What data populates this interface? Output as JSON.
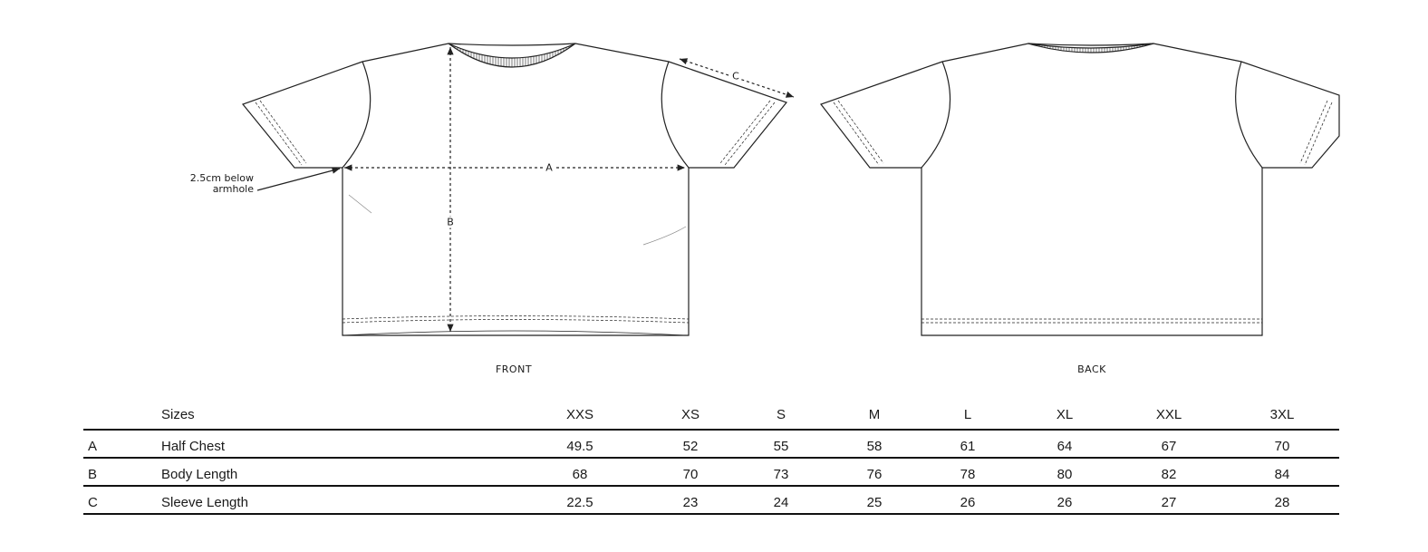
{
  "views": {
    "front_label": "FRONT",
    "back_label": "BACK"
  },
  "annotations": {
    "measure_note_line1": "2.5cm below",
    "measure_note_line2": "armhole",
    "dim_a": "A",
    "dim_b": "B",
    "dim_c": "C"
  },
  "table": {
    "header_label": "Sizes",
    "sizes": [
      "XXS",
      "XS",
      "S",
      "M",
      "L",
      "XL",
      "XXL",
      "3XL"
    ],
    "rows": [
      {
        "code": "A",
        "name": "Half Chest",
        "values": [
          "49.5",
          "52",
          "55",
          "58",
          "61",
          "64",
          "67",
          "70"
        ]
      },
      {
        "code": "B",
        "name": "Body Length",
        "values": [
          "68",
          "70",
          "73",
          "76",
          "78",
          "80",
          "82",
          "84"
        ]
      },
      {
        "code": "C",
        "name": "Sleeve Length",
        "values": [
          "22.5",
          "23",
          "24",
          "25",
          "26",
          "26",
          "27",
          "28"
        ]
      }
    ]
  }
}
